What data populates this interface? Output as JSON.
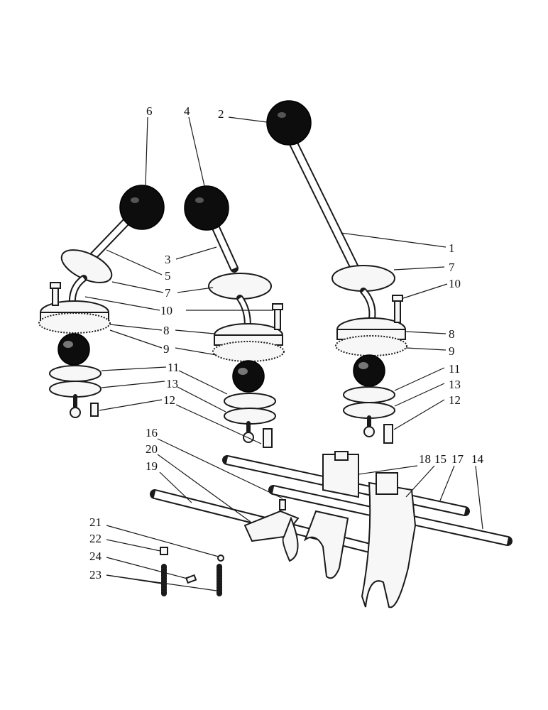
{
  "labels": {
    "l1": "1",
    "l2": "2",
    "l3": "3",
    "l4": "4",
    "l5": "5",
    "l6": "6",
    "l7a": "7",
    "l7b": "7",
    "l8a": "8",
    "l8b": "8",
    "l9a": "9",
    "l9b": "9",
    "l10a": "10",
    "l10b": "10",
    "l11a": "11",
    "l11b": "11",
    "l12a": "12",
    "l12b": "12",
    "l13a": "13",
    "l13b": "13",
    "l14": "14",
    "l15": "15",
    "l16": "16",
    "l17": "17",
    "l18": "18",
    "l19": "19",
    "l20": "20",
    "l21": "21",
    "l22": "22",
    "l23": "23",
    "l24": "24"
  }
}
